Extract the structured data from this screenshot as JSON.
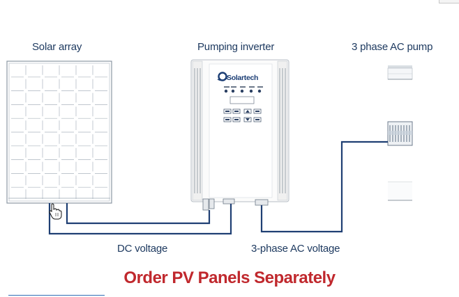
{
  "labels": {
    "solar_array": "Solar array",
    "pumping_inverter": "Pumping inverter",
    "pump": "3 phase AC pump",
    "dc_voltage": "DC voltage",
    "ac_voltage": "3-phase AC voltage"
  },
  "inverter_brand": "Solartech",
  "notice": "Order PV Panels Separately",
  "colors": {
    "wire": "#1f3f73",
    "label_text": "#1e3a60",
    "notice_text": "#c0282d",
    "panel_line": "#9aa6b2",
    "brand": "#1b3d74"
  },
  "icons": {
    "cursor": "hand-pointer-icon",
    "logo": "solartech-logo-icon"
  }
}
